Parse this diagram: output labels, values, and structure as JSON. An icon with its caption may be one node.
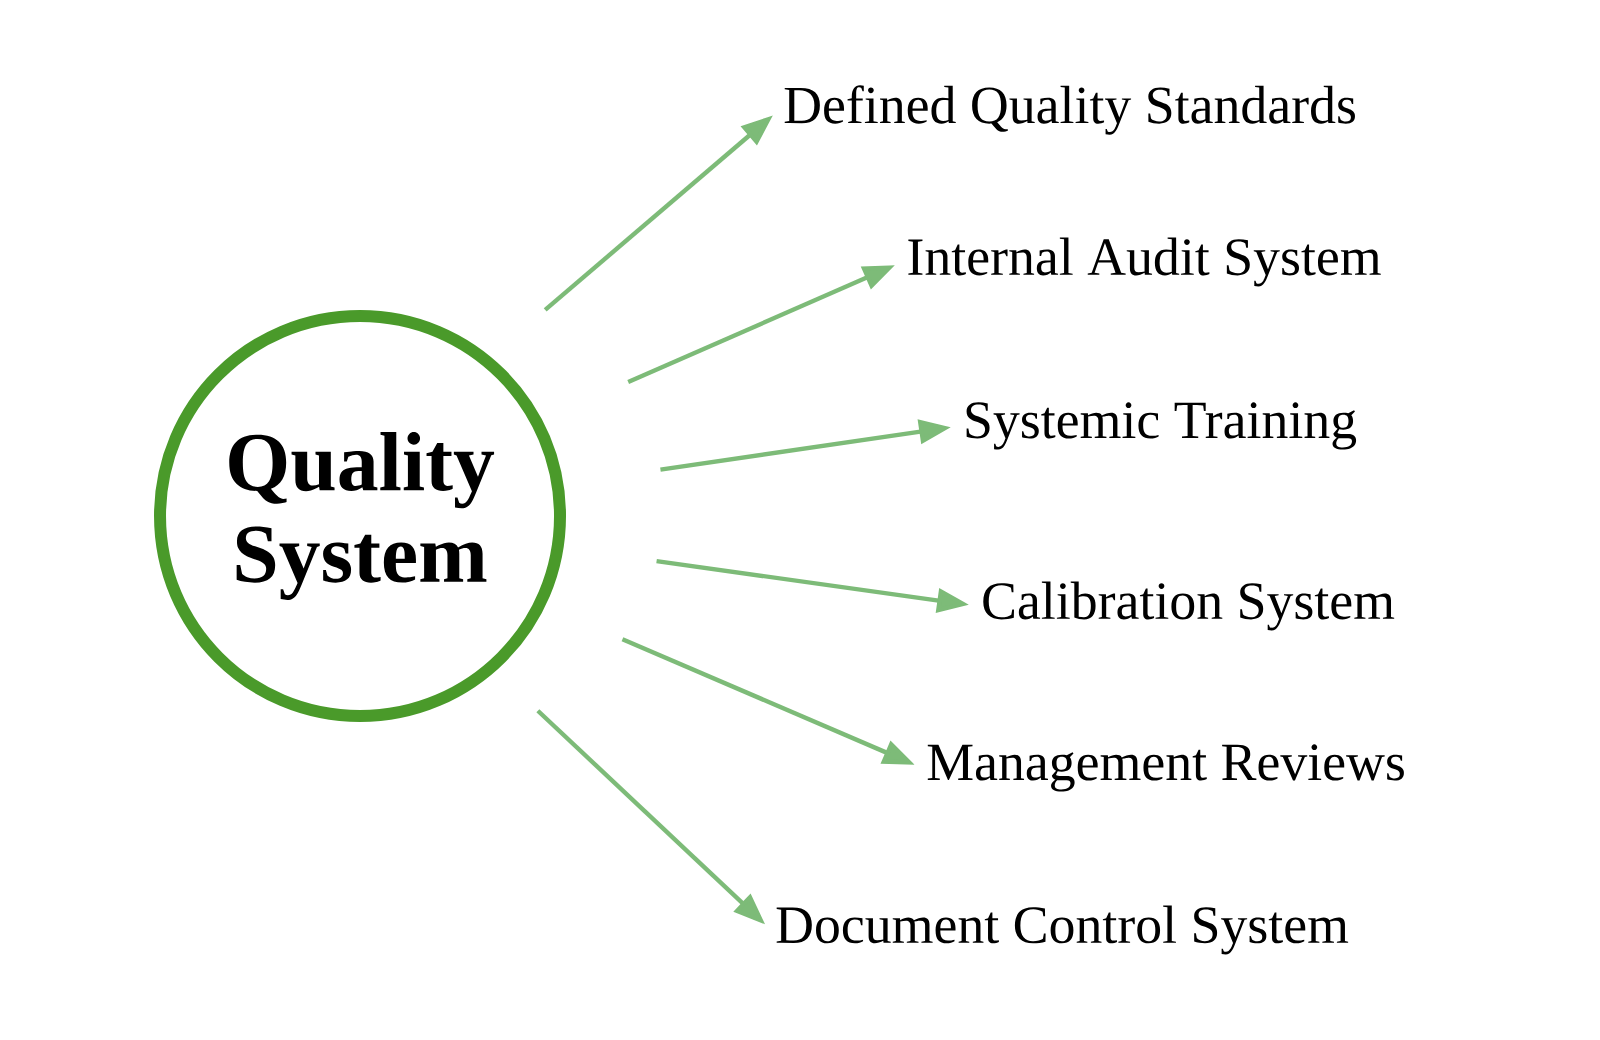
{
  "diagram": {
    "nodes": [
      {
        "text": [
          "Quality System"
        ]
      },
      {
        "text": [
          "Defined Quality Standards"
        ]
      },
      {
        "text": [
          "Internal Audit System"
        ]
      },
      {
        "text": [
          "Systemic Training"
        ]
      },
      {
        "text": [
          "Calibration System"
        ]
      },
      {
        "text": [
          "Management Reviews"
        ]
      },
      {
        "text": [
          "Document Control System"
        ]
      }
    ],
    "edges": [
      {
        "from": 0,
        "to": 1,
        "arrow": "to"
      },
      {
        "from": 0,
        "to": 2,
        "arrow": "to"
      },
      {
        "from": 0,
        "to": 3,
        "arrow": "to"
      },
      {
        "from": 0,
        "to": 4,
        "arrow": "to"
      },
      {
        "from": 0,
        "to": 5,
        "arrow": "to"
      },
      {
        "from": 0,
        "to": 6,
        "arrow": "to"
      }
    ]
  }
}
